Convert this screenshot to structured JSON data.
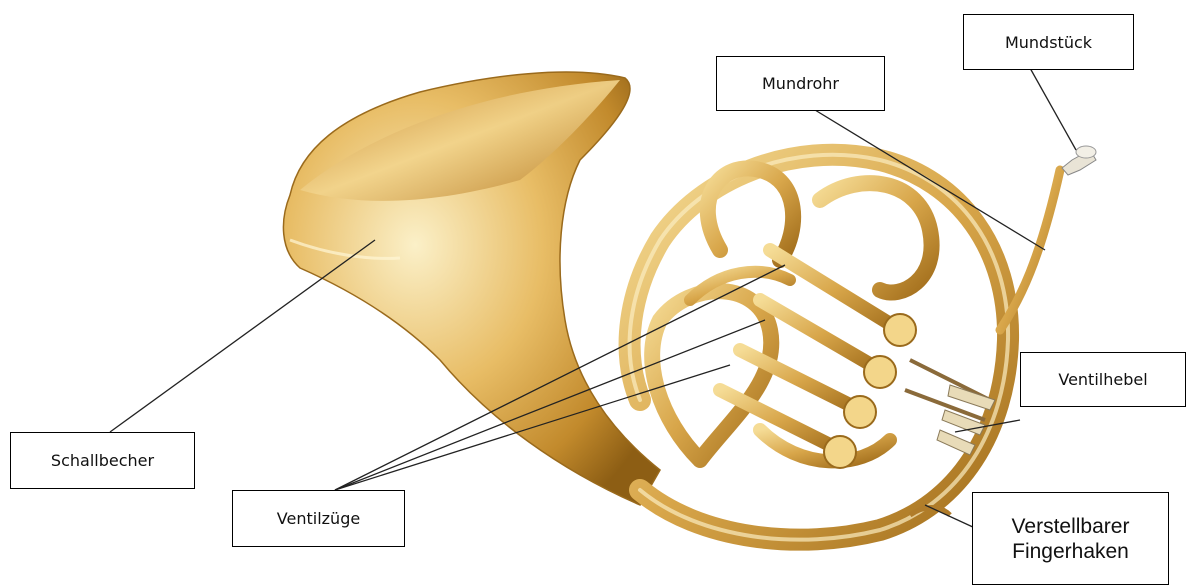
{
  "labels": {
    "mundstueck": "Mundstück",
    "mundrohr": "Mundrohr",
    "schallbecher": "Schallbecher",
    "ventilzuege": "Ventilzüge",
    "ventilhebel": "Ventilhebel",
    "fingerhaken_line1": "Verstellbarer",
    "fingerhaken_line2": "Fingerhaken"
  },
  "colors": {
    "brass_light": "#f7e3a6",
    "brass_mid": "#d9a84a",
    "brass_dark": "#a8731c",
    "leader_line": "#222222"
  },
  "image": {
    "subject": "french-horn"
  }
}
